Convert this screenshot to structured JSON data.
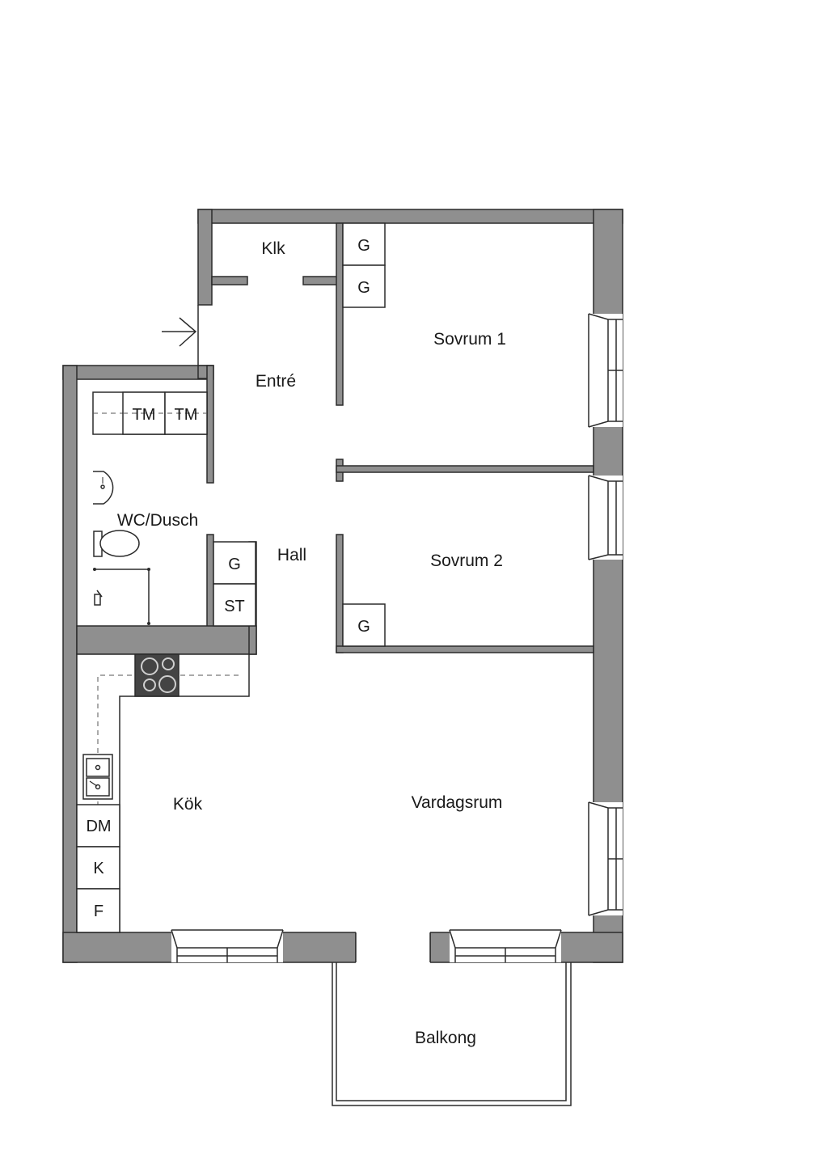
{
  "rooms": {
    "klk": "Klk",
    "entre": "Entré",
    "sovrum1": "Sovrum 1",
    "sovrum2": "Sovrum 2",
    "wc": "WC/Dusch",
    "hall": "Hall",
    "kok": "Kök",
    "vardagsrum": "Vardagsrum",
    "balkong": "Balkong"
  },
  "fixtures": {
    "g_s1_top": "G",
    "g_s1_bottom": "G",
    "g_s2": "G",
    "g_hall": "G",
    "st": "ST",
    "tm1": "TM",
    "tm2": "TM",
    "dm": "DM",
    "k": "K",
    "f": "F"
  },
  "colors": {
    "wall": "#8f8f8f",
    "line": "#2b2b2b",
    "background": "#ffffff"
  }
}
